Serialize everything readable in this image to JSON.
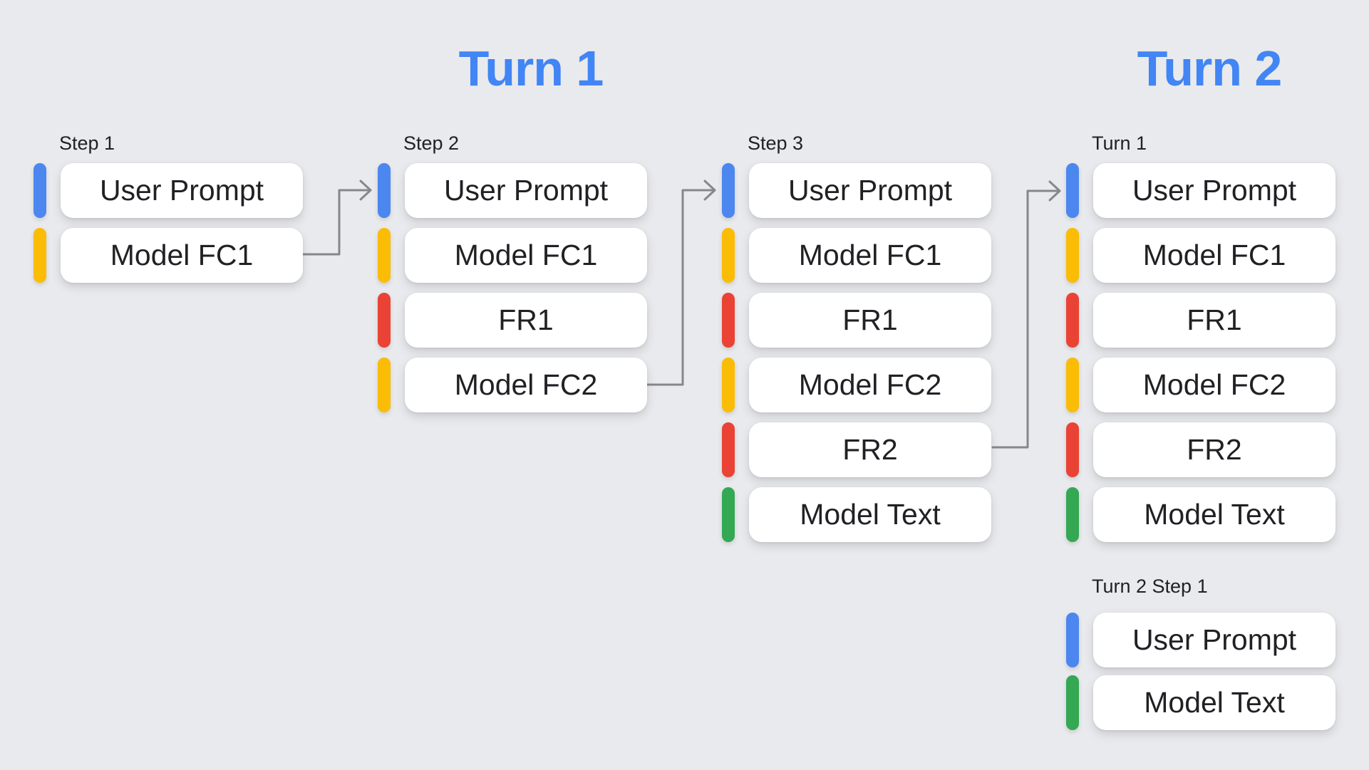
{
  "titles": {
    "turn1": "Turn 1",
    "turn2": "Turn 2"
  },
  "palette": {
    "blue": "#4c87f0",
    "yellow": "#fbbc05",
    "red": "#ea4335",
    "green": "#34a853",
    "title_blue": "#4285f4",
    "text": "#202124",
    "arrow": "#84888c",
    "card_bg": "#ffffff",
    "page_bg": "#e9eaed"
  },
  "role_legend": {
    "blue": "user-prompt",
    "yellow": "model-function-call",
    "red": "function-response",
    "green": "model-text"
  },
  "groups": [
    {
      "id": "step-1",
      "label": "Step 1",
      "rows": [
        {
          "text": "User Prompt",
          "color": "blue"
        },
        {
          "text": "Model FC1",
          "color": "yellow"
        }
      ]
    },
    {
      "id": "step-2",
      "label": "Step 2",
      "rows": [
        {
          "text": "User Prompt",
          "color": "blue"
        },
        {
          "text": "Model FC1",
          "color": "yellow"
        },
        {
          "text": "FR1",
          "color": "red"
        },
        {
          "text": "Model FC2",
          "color": "yellow"
        }
      ]
    },
    {
      "id": "step-3",
      "label": "Step 3",
      "rows": [
        {
          "text": "User Prompt",
          "color": "blue"
        },
        {
          "text": "Model FC1",
          "color": "yellow"
        },
        {
          "text": "FR1",
          "color": "red"
        },
        {
          "text": "Model FC2",
          "color": "yellow"
        },
        {
          "text": "FR2",
          "color": "red"
        },
        {
          "text": "Model Text",
          "color": "green"
        }
      ]
    },
    {
      "id": "turn-1",
      "label": "Turn 1",
      "rows": [
        {
          "text": "User Prompt",
          "color": "blue"
        },
        {
          "text": "Model FC1",
          "color": "yellow"
        },
        {
          "text": "FR1",
          "color": "red"
        },
        {
          "text": "Model FC2",
          "color": "yellow"
        },
        {
          "text": "FR2",
          "color": "red"
        },
        {
          "text": "Model Text",
          "color": "green"
        }
      ]
    },
    {
      "id": "turn-2-step-1",
      "label": "Turn 2 Step 1",
      "rows": [
        {
          "text": "User Prompt",
          "color": "blue"
        },
        {
          "text": "Model Text",
          "color": "green"
        }
      ]
    }
  ],
  "arrows": [
    {
      "from": "step-1 Model FC1",
      "to": "step-2 User Prompt"
    },
    {
      "from": "step-2 Model FC2",
      "to": "step-3 User Prompt"
    },
    {
      "from": "step-3 FR2",
      "to": "turn-1 User Prompt"
    }
  ]
}
